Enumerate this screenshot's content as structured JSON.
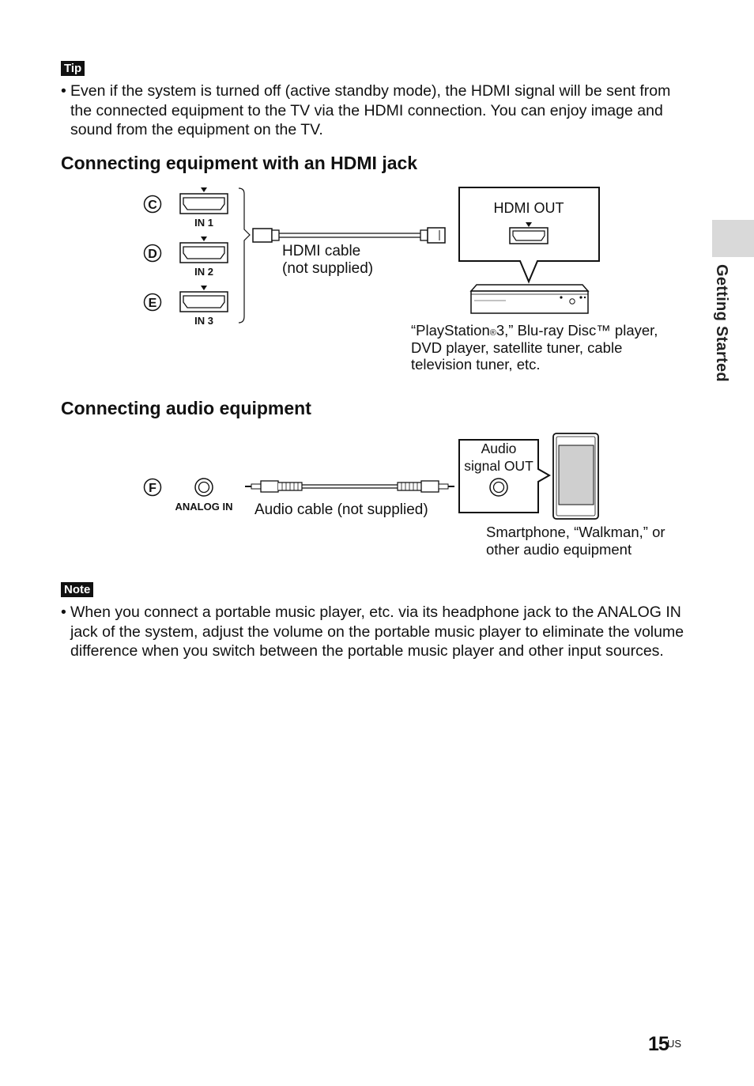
{
  "tip": {
    "label": "Tip",
    "bullet": "•",
    "text": "Even if the system is turned off (active standby mode), the HDMI signal will be sent from the connected equipment to the TV via the HDMI connection. You can enjoy image and sound from the equipment on the TV."
  },
  "hdmi_section": {
    "heading": "Connecting equipment with an HDMI jack",
    "jacks": [
      {
        "letter": "C",
        "label": "IN 1"
      },
      {
        "letter": "D",
        "label": "IN 2"
      },
      {
        "letter": "E",
        "label": "IN 3"
      }
    ],
    "cable_label_line1": "HDMI cable",
    "cable_label_line2": "(not supplied)",
    "device_port_label": "HDMI OUT",
    "device_caption_line1_a": "“PlayStation",
    "device_caption_reg": "®",
    "device_caption_line1_b": "3,” Blu-ray Disc™ player,",
    "device_caption_line2": "DVD player, satellite tuner, cable",
    "device_caption_line3": "television tuner, etc."
  },
  "audio_section": {
    "heading": "Connecting audio equipment",
    "jack_letter": "F",
    "jack_label": "ANALOG IN",
    "cable_label": "Audio cable (not supplied)",
    "out_label_line1": "Audio",
    "out_label_line2": "signal OUT",
    "device_caption_line1": "Smartphone, “Walkman,” or",
    "device_caption_line2": "other audio equipment"
  },
  "note": {
    "label": "Note",
    "bullet": "•",
    "text": "When you connect a portable music player, etc. via its headphone jack to the ANALOG IN jack of the system, adjust the volume on the portable music player to eliminate the volume difference when you switch between the portable music player and other input sources."
  },
  "side_tab": {
    "label": "Getting Started"
  },
  "page": {
    "number": "15",
    "suffix": "US"
  }
}
